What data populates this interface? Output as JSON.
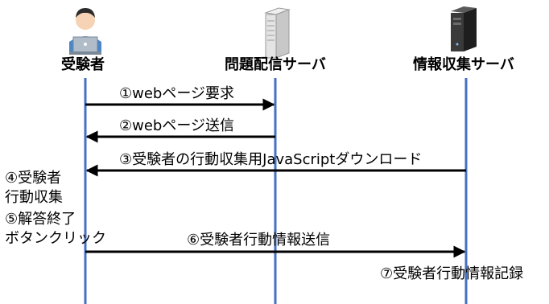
{
  "actors": {
    "examinee": {
      "label": "受験者",
      "icon": "examinee-person-icon"
    },
    "delivery_server": {
      "label": "問題配信サーバ",
      "icon": "server-icon"
    },
    "collection_server": {
      "label": "情報収集サーバ",
      "icon": "server-icon"
    }
  },
  "messages": {
    "m1": "①webページ要求",
    "m2": "②webページ送信",
    "m3": "③受験者の行動収集用JavaScriptダウンロード",
    "m6": "⑥受験者行動情報送信"
  },
  "notes": {
    "n4_line1": "④受験者",
    "n4_line2": "行動収集",
    "n5_line1": "⑤解答終了",
    "n5_line2": "ボタンクリック",
    "n7": "⑦受験者行動情報記録"
  },
  "colors": {
    "lifeline": "#4472c4",
    "arrow": "#000000",
    "server_light": "#d9d9d9",
    "server_dark": "#262626"
  }
}
